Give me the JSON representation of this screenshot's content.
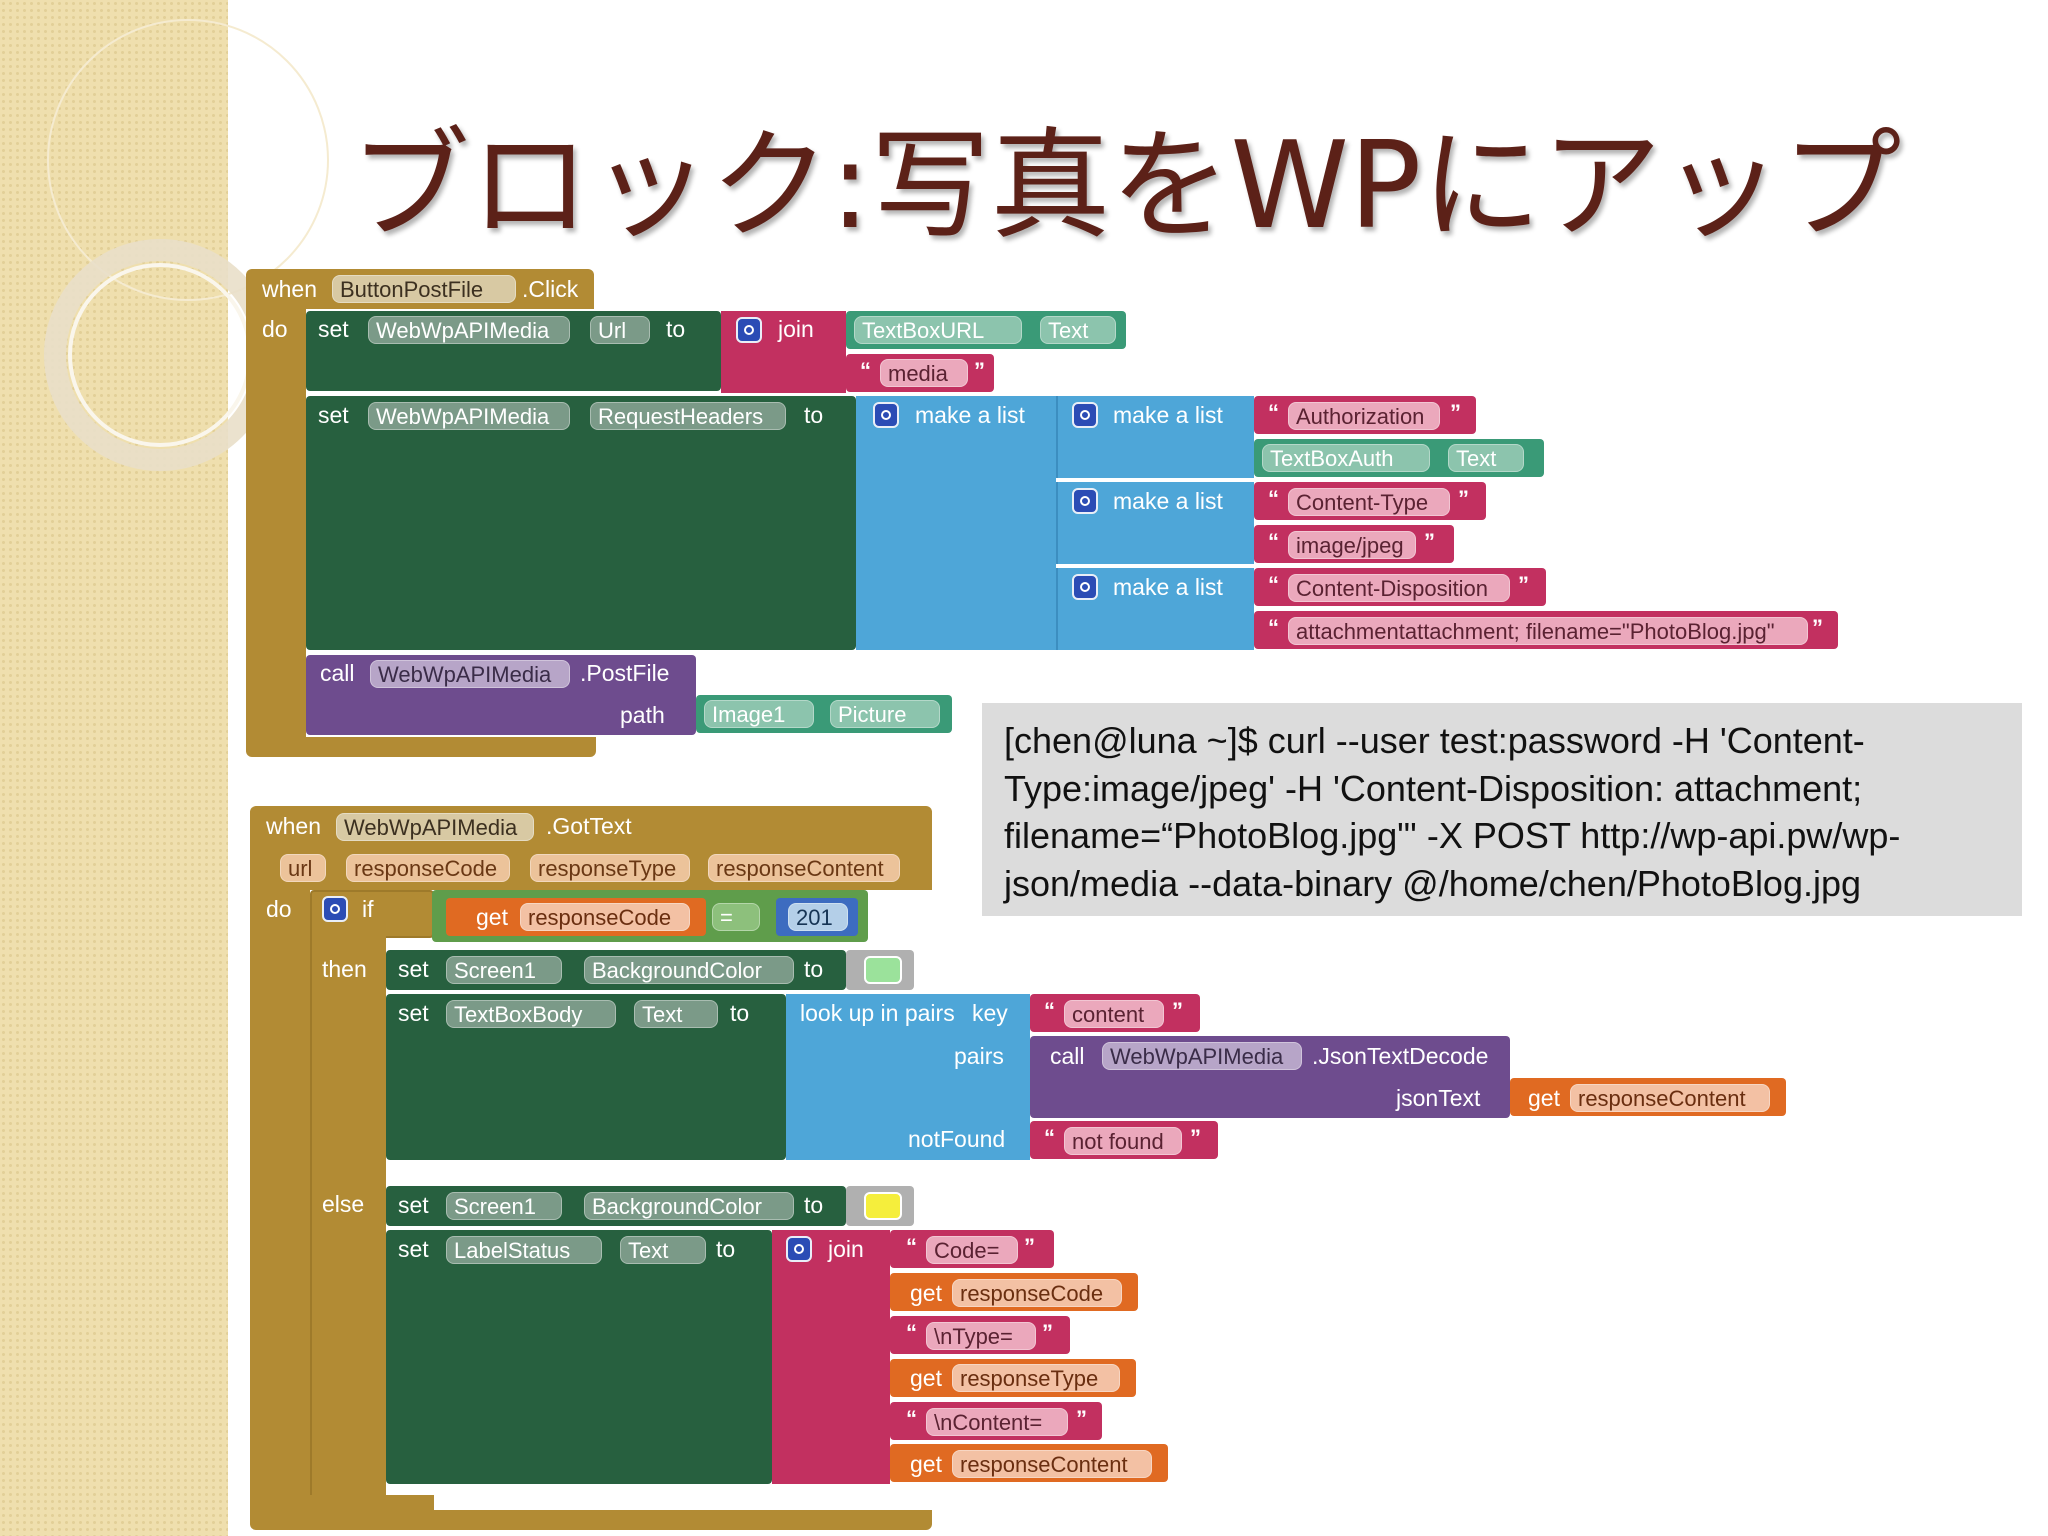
{
  "title": "ブロック:写真をWPにアップ",
  "block1": {
    "when": "when",
    "component": "ButtonPostFile",
    "event": ".Click",
    "do": "do",
    "set1": {
      "set": "set",
      "component": "WebWpAPIMedia",
      "property": "Url",
      "to": "to",
      "join": "join",
      "arg_component": "TextBoxURL",
      "arg_property": "Text",
      "text": "media"
    },
    "set2": {
      "set": "set",
      "component": "WebWpAPIMedia",
      "property": "RequestHeaders",
      "to": "to",
      "make_a_list": "make a list",
      "pairs": [
        {
          "make_a_list": "make a list",
          "key": "Authorization",
          "value_component": "TextBoxAuth",
          "value_property": "Text"
        },
        {
          "make_a_list": "make a list",
          "key": "Content-Type",
          "value": "image/jpeg"
        },
        {
          "make_a_list": "make a list",
          "key": "Content-Disposition",
          "value": "attachmentattachment; filename=\"PhotoBlog.jpg\""
        }
      ]
    },
    "call": {
      "call": "call",
      "component": "WebWpAPIMedia",
      "method": ".PostFile",
      "param": "path",
      "arg_component": "Image1",
      "arg_property": "Picture"
    }
  },
  "block2": {
    "when": "when",
    "component": "WebWpAPIMedia",
    "event": ".GotText",
    "params": [
      "url",
      "responseCode",
      "responseType",
      "responseContent"
    ],
    "do": "do",
    "if": "if",
    "then": "then",
    "else": "else",
    "condition": {
      "get": "get",
      "var": "responseCode",
      "op": "=",
      "value": "201"
    },
    "then_set1": {
      "set": "set",
      "component": "Screen1",
      "property": "BackgroundColor",
      "to": "to",
      "color": "#9be29b"
    },
    "then_set2": {
      "set": "set",
      "component": "TextBoxBody",
      "property": "Text",
      "to": "to",
      "lookup": "look up in pairs",
      "key_label": "key",
      "key": "content",
      "pairs_label": "pairs",
      "call": "call",
      "call_component": "WebWpAPIMedia",
      "call_method": ".JsonTextDecode",
      "json_label": "jsonText",
      "get": "get",
      "get_var": "responseContent",
      "notfound_label": "notFound",
      "notfound": "not found"
    },
    "else_set1": {
      "set": "set",
      "component": "Screen1",
      "property": "BackgroundColor",
      "to": "to",
      "color": "#f5ee3c"
    },
    "else_set2": {
      "set": "set",
      "component": "LabelStatus",
      "property": "Text",
      "to": "to",
      "join": "join",
      "items": [
        {
          "kind": "text",
          "value": "Code="
        },
        {
          "kind": "get",
          "label": "get",
          "value": "responseCode"
        },
        {
          "kind": "text",
          "value": "\\nType="
        },
        {
          "kind": "get",
          "label": "get",
          "value": "responseType"
        },
        {
          "kind": "text",
          "value": "\\nContent="
        },
        {
          "kind": "get",
          "label": "get",
          "value": "responseContent"
        }
      ]
    }
  },
  "curl_note": {
    "lines": [
      "[chen@luna ~]$ curl --user test:password -H 'Content-",
      "Type:image/jpeg' -H 'Content-Disposition: attachment;",
      "filename=“PhotoBlog.jpg\"' -X POST http://wp-api.pw/wp-",
      "json/media --data-binary @/home/chen/PhotoBlog.jpg"
    ]
  }
}
